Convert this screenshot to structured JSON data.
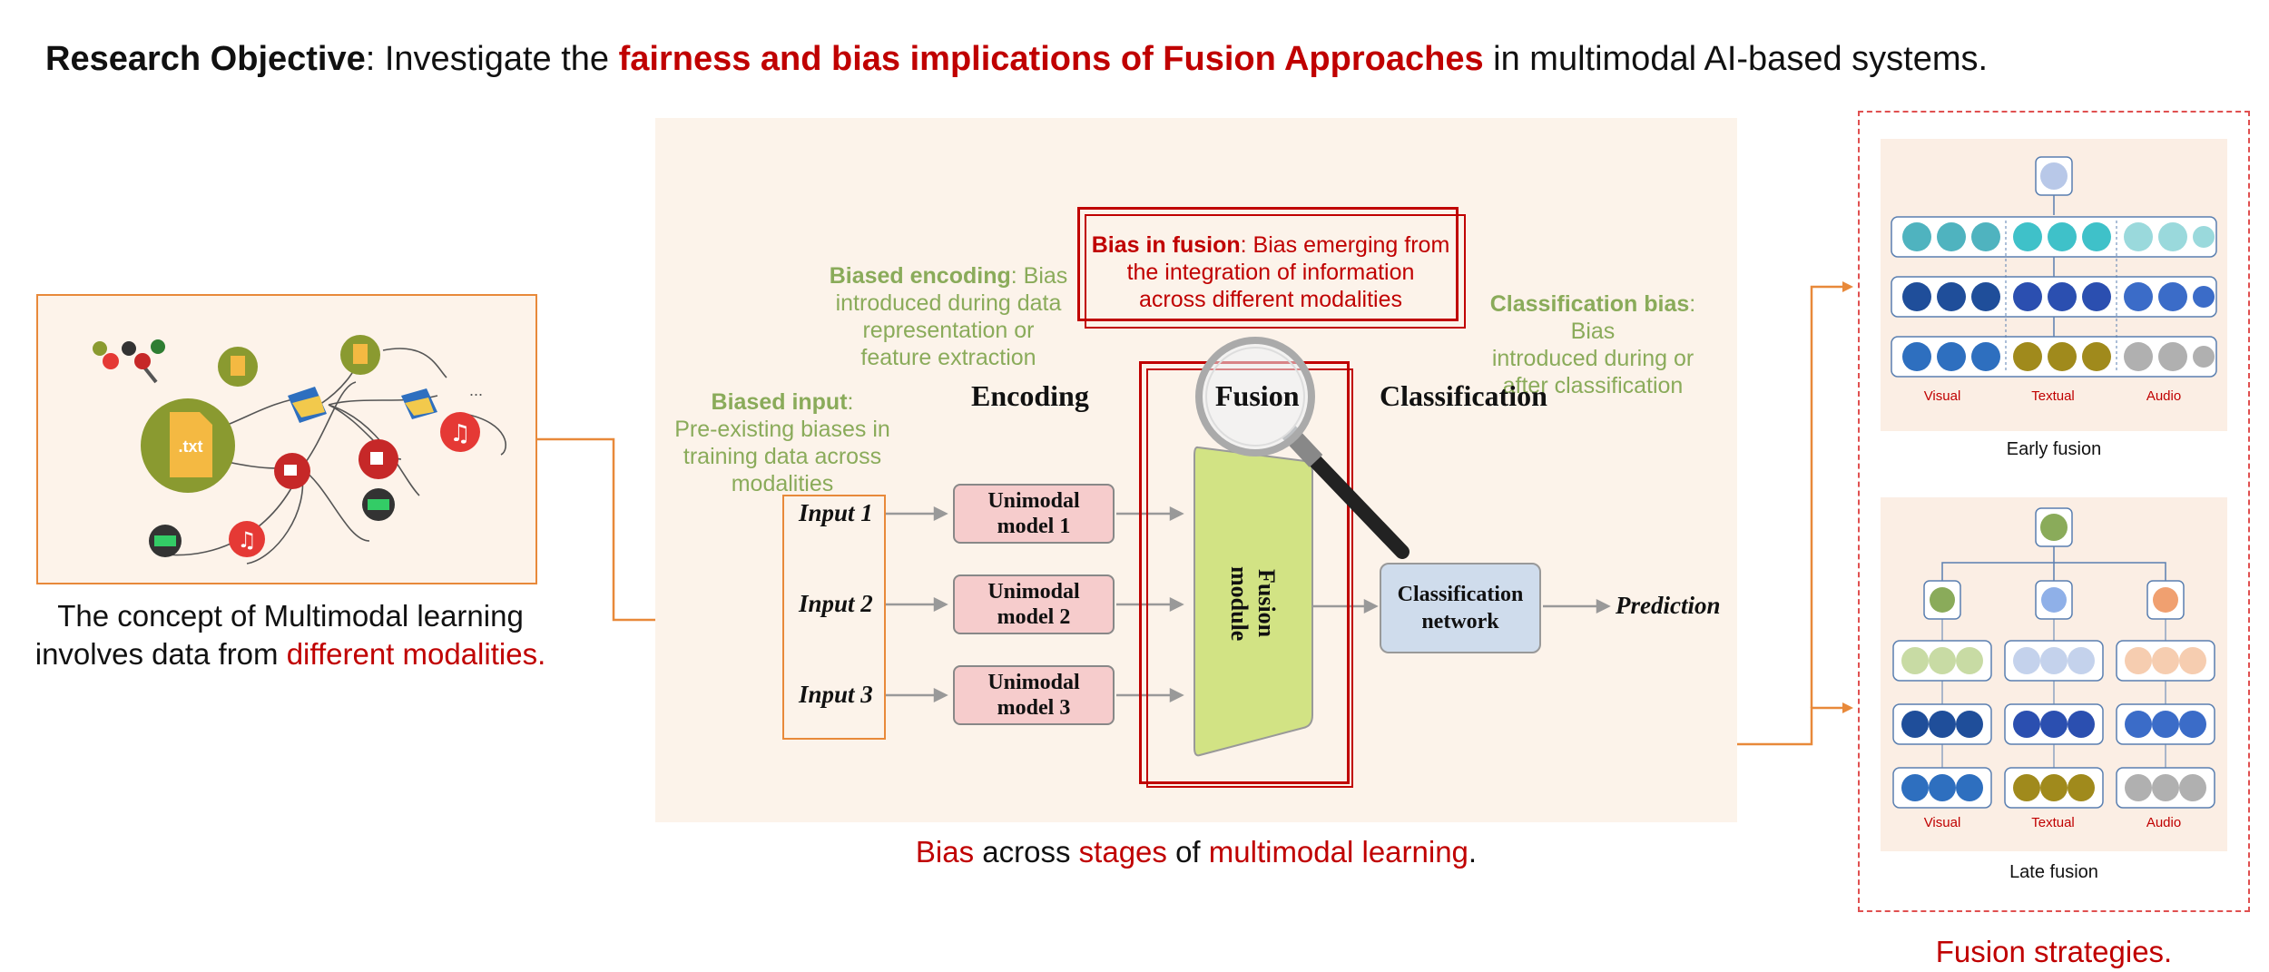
{
  "objective": {
    "label": "Research Objective",
    "text_before": ": Investigate the ",
    "highlight": "fairness and bias implications of Fusion Approaches",
    "text_after": " in multimodal AI-based systems."
  },
  "left": {
    "file_label": ".txt",
    "ellipsis": "...",
    "caption_line1": "The concept of Multimodal learning",
    "caption_line2_prefix": "involves data from ",
    "caption_line2_highlight": "different modalities",
    "caption_line2_suffix": "."
  },
  "middle": {
    "biased_input": {
      "title": "Biased input",
      "rest": ":",
      "lines": [
        "Pre-existing biases in",
        "training data across",
        "modalities"
      ]
    },
    "biased_encoding": {
      "title": "Biased encoding",
      "rest": ": Bias",
      "lines": [
        "introduced during data",
        "representation or",
        "feature extraction"
      ]
    },
    "bias_fusion": {
      "title": "Bias in fusion",
      "rest": ": Bias emerging from",
      "lines": [
        "the integration of information",
        "across different modalities"
      ]
    },
    "classification_bias": {
      "title": "Classification bias",
      "rest": ": Bias",
      "lines": [
        "introduced during or",
        "after classification"
      ]
    },
    "stages": {
      "encoding": "Encoding",
      "fusion": "Fusion",
      "classification": "Classification"
    },
    "inputs": [
      "Input 1",
      "Input 2",
      "Input 3"
    ],
    "unimodal": [
      {
        "line1": "Unimodal",
        "line2": "model 1"
      },
      {
        "line1": "Unimodal",
        "line2": "model 2"
      },
      {
        "line1": "Unimodal",
        "line2": "model 3"
      }
    ],
    "fusion_module": {
      "line1": "Fusion",
      "line2": "module"
    },
    "classification_network": {
      "line1": "Classification",
      "line2": "network"
    },
    "prediction": "Prediction",
    "caption": {
      "w1": "Bias",
      "w2": " across ",
      "w3": "stages",
      "w4": " of ",
      "w5": "multimodal learning",
      "w6": "."
    }
  },
  "right": {
    "early_caption": "Early fusion",
    "late_caption": "Late fusion",
    "modalities": [
      "Visual",
      "Textual",
      "Audio"
    ],
    "caption": "Fusion strategies."
  },
  "colors": {
    "accent_red": "#c00000",
    "accent_orange": "#e8893a",
    "accent_green": "#8aab5a"
  }
}
